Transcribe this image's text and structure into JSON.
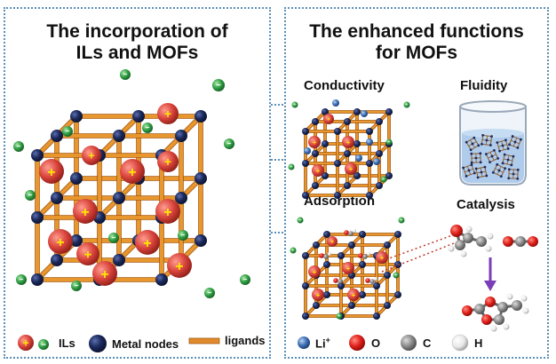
{
  "left_panel": {
    "title_line1": "The incorporation of",
    "title_line2": "ILs and MOFs",
    "legend": {
      "ils": "ILs",
      "metal_nodes": "Metal nodes",
      "ligands": "ligands"
    }
  },
  "right_panel": {
    "title_line1": "The enhanced functions",
    "title_line2": "for MOFs",
    "labels": {
      "conductivity": "Conductivity",
      "fluidity": "Fluidity",
      "adsorption": "Adsorption",
      "catalysis": "Catalysis"
    },
    "legend": {
      "li": "Li",
      "li_sup": "+",
      "o": "O",
      "c": "C",
      "h": "H"
    }
  },
  "symbols": {
    "cation": "+",
    "anion": "−"
  },
  "colors": {
    "panel_border": "#5b8fb9",
    "ligand": "#e08a2c",
    "metal_node": "#1c2a5c",
    "cation": "#d9443c",
    "anion": "#2f9e44",
    "li": "#3d6fb4",
    "oxygen": "#e0201a",
    "carbon": "#8a8a8a",
    "hydrogen": "#e8e8e8",
    "arrow": "#7a3fb8"
  }
}
